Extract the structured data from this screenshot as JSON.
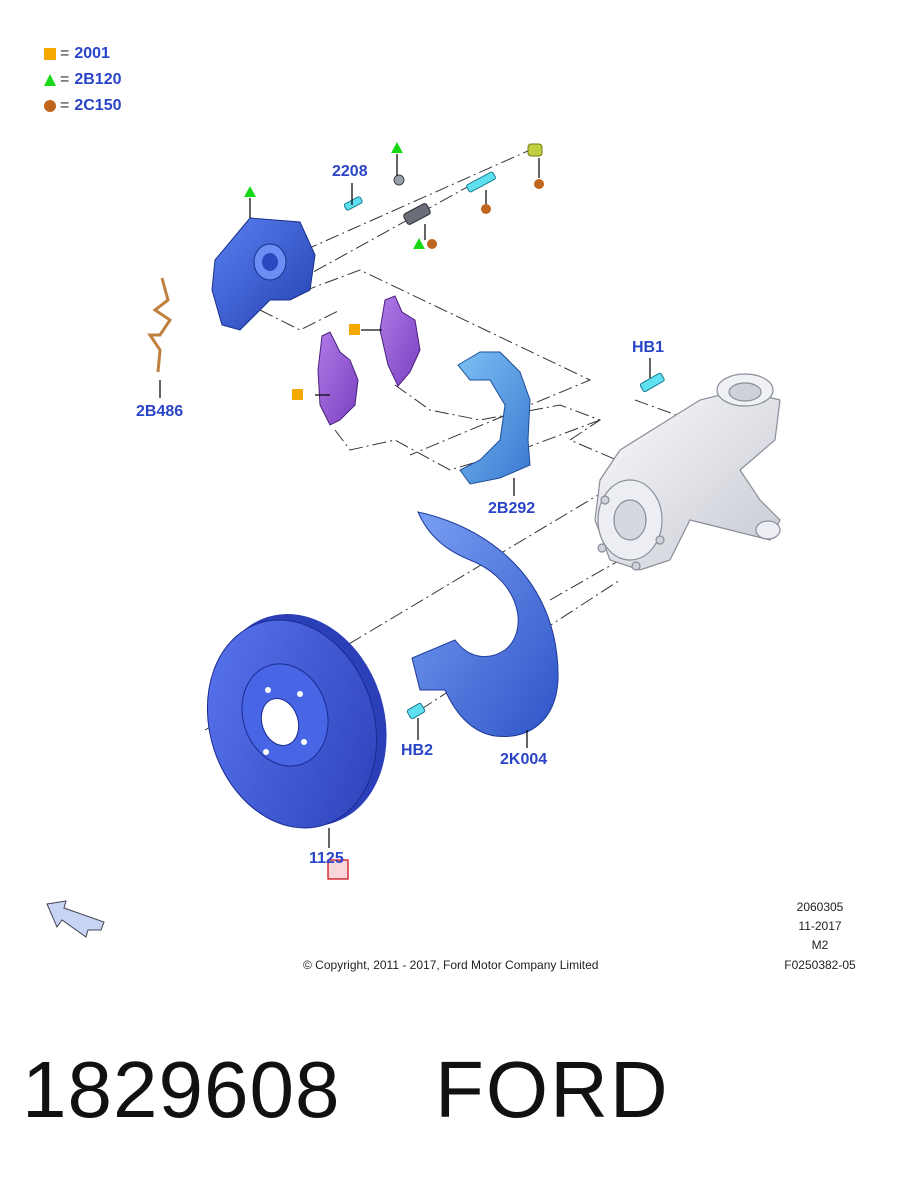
{
  "legend": [
    {
      "symbol": "square-marker-icon",
      "color": "#f5a800",
      "code": "2001"
    },
    {
      "symbol": "triangle-marker-icon",
      "color": "#18d818",
      "code": "2B120"
    },
    {
      "symbol": "circle-marker-icon",
      "color": "#c0651e",
      "code": "2C150"
    }
  ],
  "callouts": {
    "c2208": "2208",
    "c2B486": "2B486",
    "cHB1": "HB1",
    "c2B292": "2B292",
    "cHB2": "HB2",
    "c2K004": "2K004",
    "c1125": "1125"
  },
  "colors": {
    "caliper": "#3a5fd8",
    "pads": "#9a5ad6",
    "bracket": "#5aa0e8",
    "disc": "#3d5ae0",
    "shield": "#4a78e8",
    "clip": "#d9a068",
    "knuckle": "#e6e8ee",
    "callout": "#2a44c8"
  },
  "meta": {
    "line1": "2060305",
    "line2": "11-2017",
    "line3": "M2",
    "line4": "F0250382-05"
  },
  "copyright": "© Copyright, 2011 - 2017, Ford Motor Company Limited",
  "footer": {
    "part_number": "1829608",
    "brand": "FORD"
  }
}
